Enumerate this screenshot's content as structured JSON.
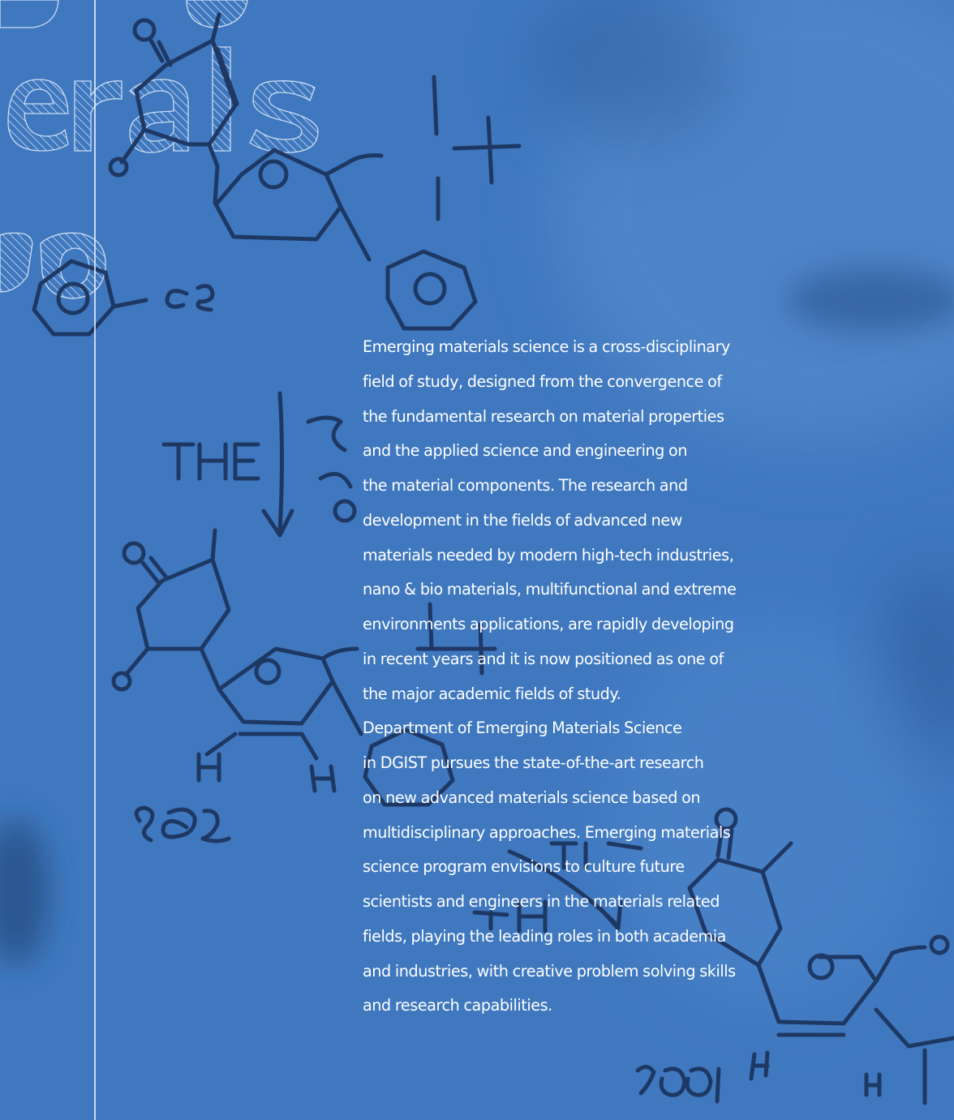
{
  "intro": {
    "lines": [
      "Emerging materials science is a cross-disciplinary",
      "field of study, designed from the convergence of",
      "the fundamental research on material properties",
      "and the applied science and engineering on",
      "the material components. The research and",
      "development in the fields of advanced new",
      "materials needed by modern high-tech industries,",
      "nano & bio materials, multifunctional and extreme",
      "environments applications, are rapidly developing",
      "in recent years and it is now positioned as one of",
      "the major academic fields of study.",
      "Department of Emerging Materials Science",
      "in DGIST pursues the state-of-the-art research",
      "on new advanced materials science based on",
      "multidisciplinary approaches. Emerging materials",
      "science program envisions to culture future",
      "scientists and engineers in the materials related",
      "fields, playing the leading roles in both academia",
      "and industries, with creative problem solving skills",
      "and research capabilities."
    ]
  },
  "colors": {
    "background": "#3f78bf",
    "text": "#ffffff",
    "ink": "#1d3560"
  }
}
